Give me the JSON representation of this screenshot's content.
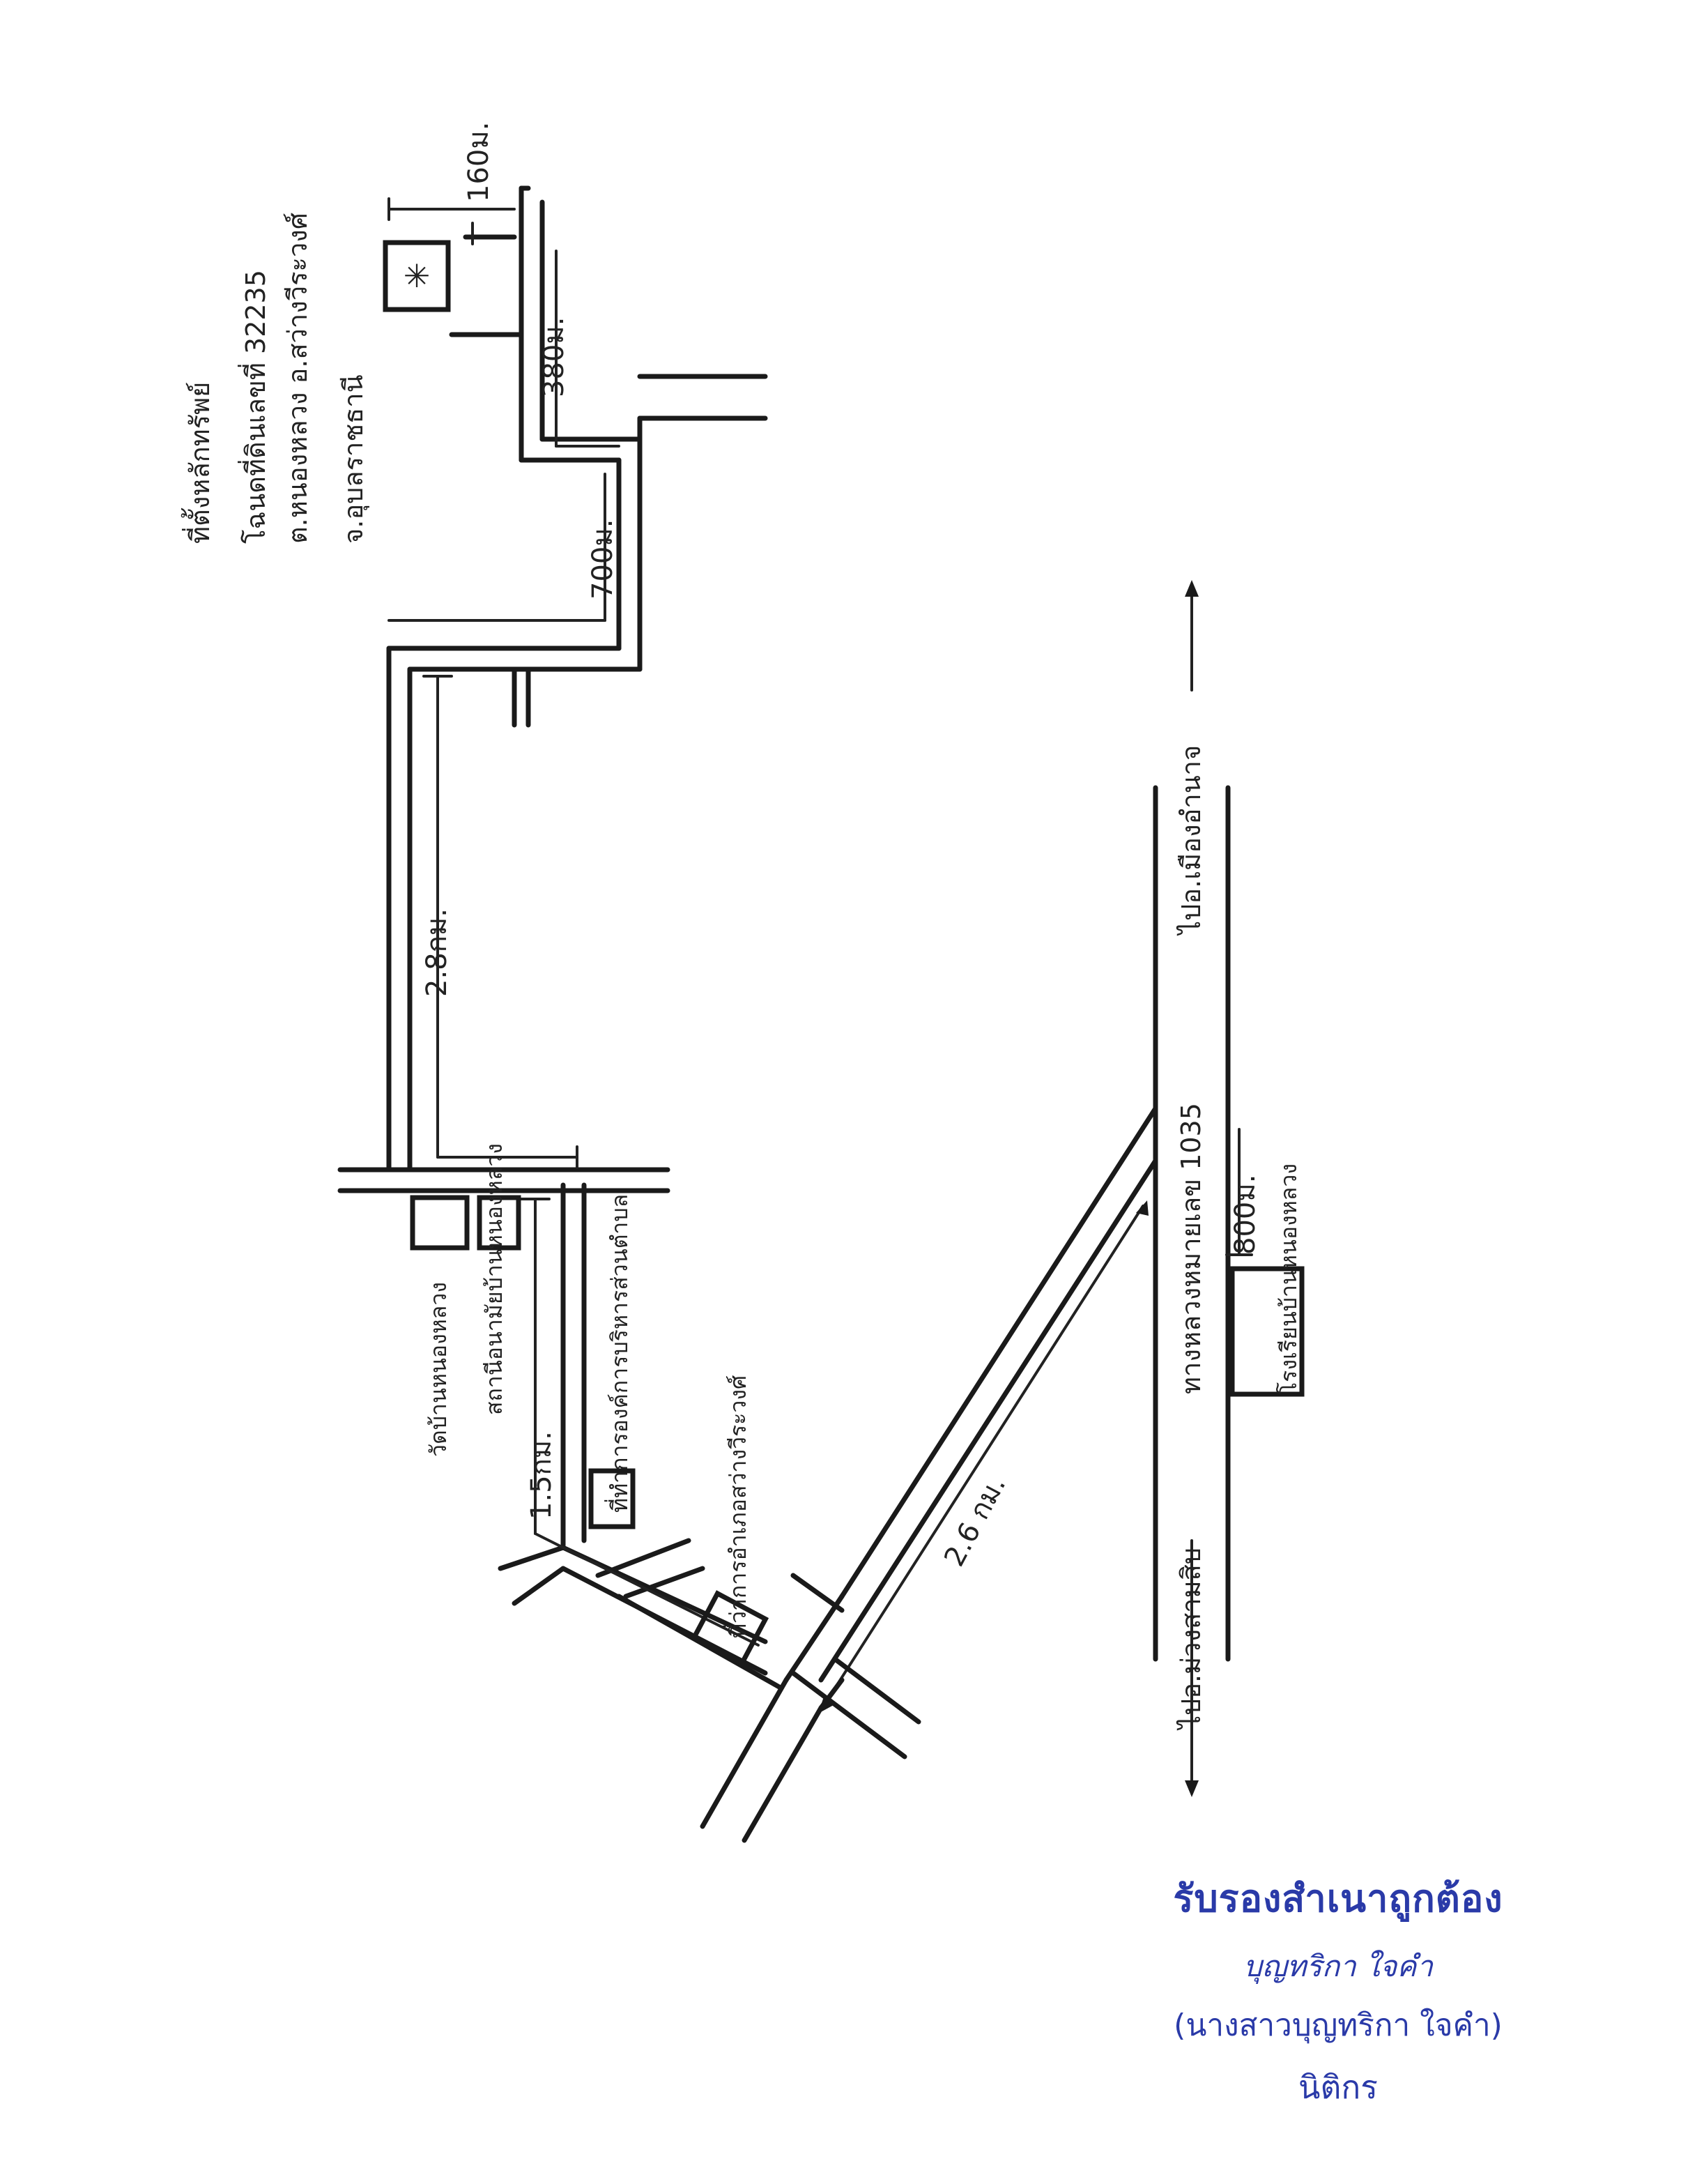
{
  "map": {
    "address_lines": [
      "ที่ตั้งหลักทรัพย์",
      "โฉนดที่ดินเลขที่ 32235",
      "ต.หนองหลวง อ.สว่างวีระวงศ์",
      "จ.อุบลราชธานี"
    ],
    "roads": {
      "highway": "ทางหลวงหมายเลข 1035",
      "to_left": "ไปอ.ม่วงสามสิบ",
      "to_right": "ไปอ.เมืองอำนาจ"
    },
    "landmarks": {
      "school": "โรงเรียนบ้านหนองหลวง",
      "temple": "วัดบ้านหนองหลวง",
      "health_station": "สถานีอนามัยบ้านหนองหลวง",
      "community_office": "ที่ทำการองค์การบริหารส่วนตำบล",
      "village_office": "ที่ว่าการอำเภอสว่างวีระวงศ์"
    },
    "distances": {
      "d_160": "160ม.",
      "d_380": "380ม.",
      "d_700": "700ม.",
      "d_2800": "2.8กม.",
      "d_1500": "1.5กม.",
      "d_2600": "2.6 กม.",
      "d_800": "800ม."
    },
    "property_marker": "✳"
  },
  "certification": {
    "title": "รับรองสำเนาถูกต้อง",
    "signature": "บุญทริกา ใจคำ",
    "name": "(นางสาวบุญทริกา ใจคำ)",
    "position": "นิติกร"
  }
}
